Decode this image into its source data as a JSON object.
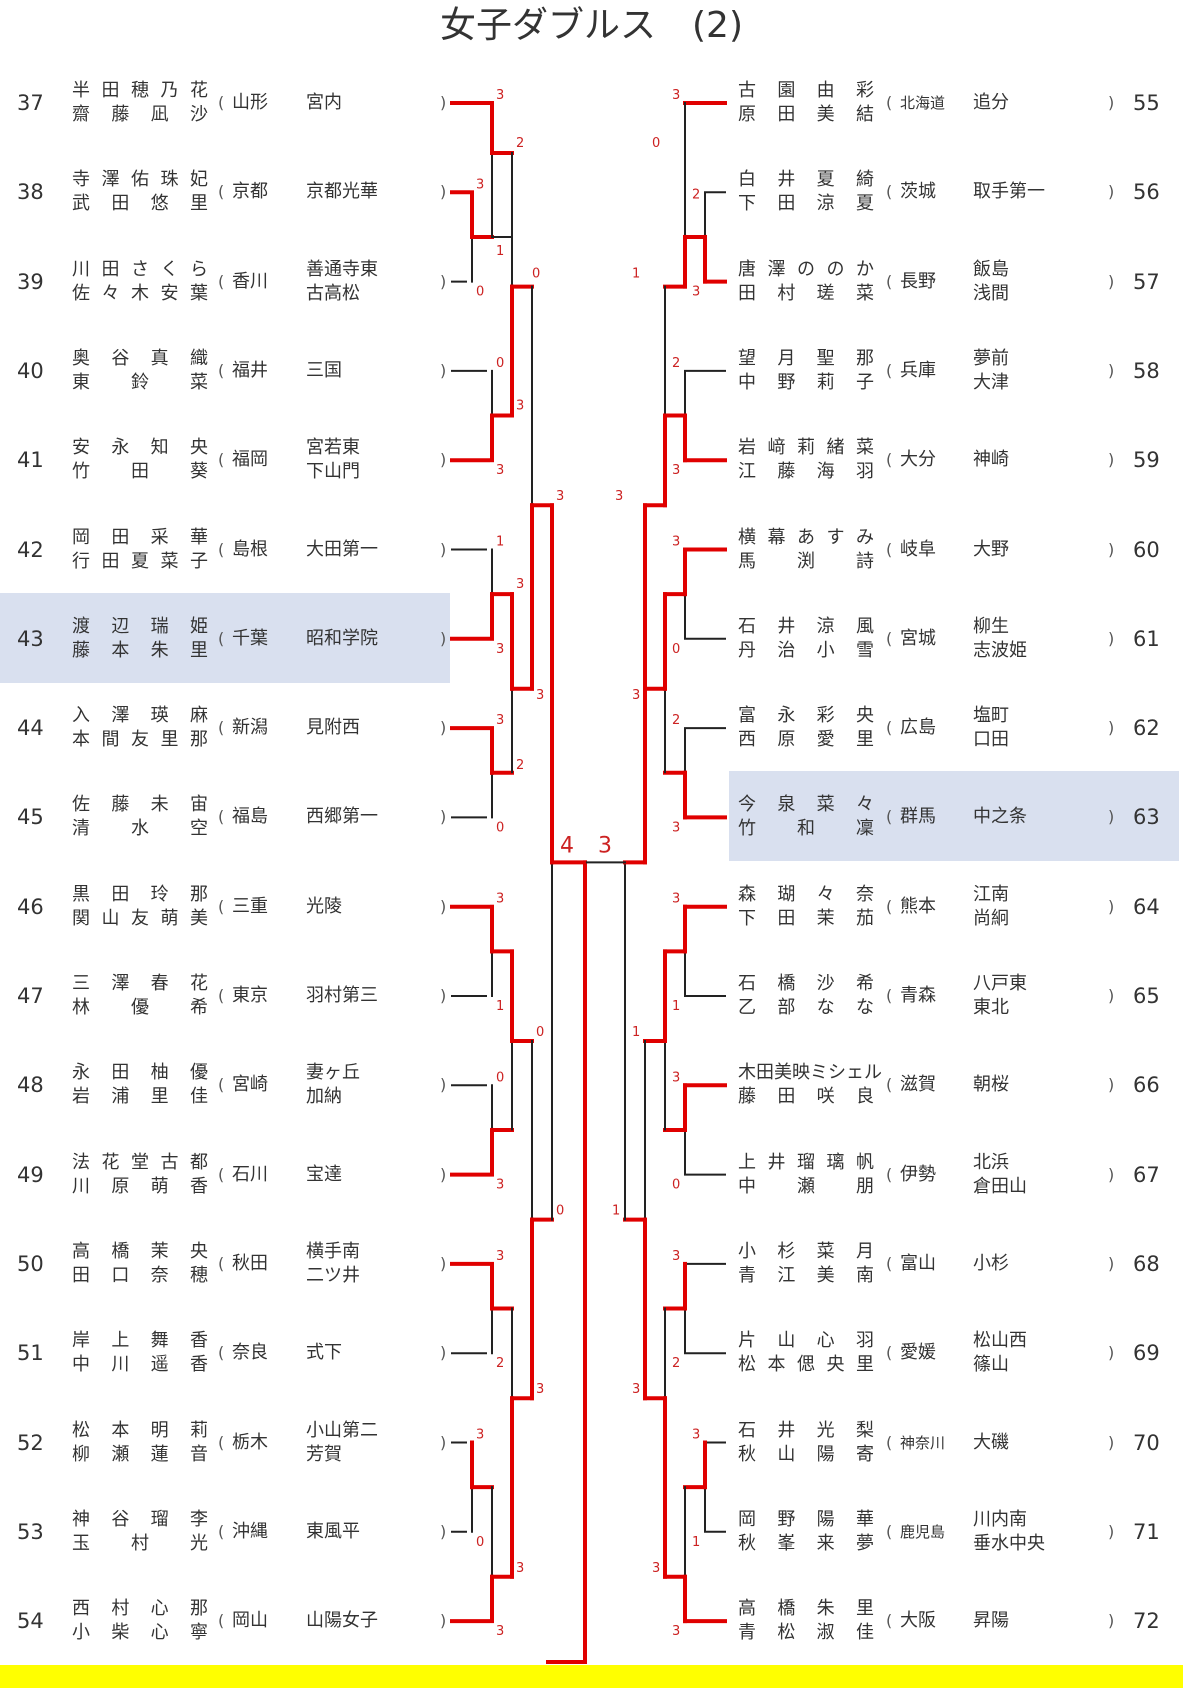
{
  "title": "女子ダブルス　(2)",
  "colors": {
    "win": "#e00000",
    "lose": "#222222",
    "highlight": "#d9e0ef",
    "footer": "#ffff00"
  },
  "left": [
    {
      "no": "37",
      "p1": "半田 穂乃花",
      "p2": "齋藤 凪沙",
      "pref": "山形",
      "school": [
        "宮内"
      ]
    },
    {
      "no": "38",
      "p1": "寺澤 佑珠妃",
      "p2": "武田 悠里",
      "pref": "京都",
      "school": [
        "京都光華"
      ]
    },
    {
      "no": "39",
      "p1": "川田 さくら",
      "p2": "佐々木 安葉",
      "pref": "香川",
      "school": [
        "善通寺東",
        "古高松"
      ]
    },
    {
      "no": "40",
      "p1": "奥谷 真織",
      "p2": "東 鈴菜",
      "pref": "福井",
      "school": [
        "三国"
      ]
    },
    {
      "no": "41",
      "p1": "安永 知央",
      "p2": "竹田 葵",
      "pref": "福岡",
      "school": [
        "宮若東",
        "下山門"
      ]
    },
    {
      "no": "42",
      "p1": "岡田 采華",
      "p2": "行田 夏菜子",
      "pref": "島根",
      "school": [
        "大田第一"
      ]
    },
    {
      "no": "43",
      "p1": "渡辺 瑞姫",
      "p2": "藤本 朱里",
      "pref": "千葉",
      "school": [
        "昭和学院"
      ]
    },
    {
      "no": "44",
      "p1": "入澤 瑛麻",
      "p2": "本間 友里那",
      "pref": "新潟",
      "school": [
        "見附西"
      ]
    },
    {
      "no": "45",
      "p1": "佐藤 未宙",
      "p2": "清水 空",
      "pref": "福島",
      "school": [
        "西郷第一"
      ]
    },
    {
      "no": "46",
      "p1": "黒田 玲那",
      "p2": "関山 友萌美",
      "pref": "三重",
      "school": [
        "光陵"
      ]
    },
    {
      "no": "47",
      "p1": "三澤 春花",
      "p2": "林 優希",
      "pref": "東京",
      "school": [
        "羽村第三"
      ]
    },
    {
      "no": "48",
      "p1": "永田 柚優",
      "p2": "岩浦 里佳",
      "pref": "宮崎",
      "school": [
        "妻ヶ丘",
        "加納"
      ]
    },
    {
      "no": "49",
      "p1": "法花堂 古都",
      "p2": "川原 萌香",
      "pref": "石川",
      "school": [
        "宝達"
      ]
    },
    {
      "no": "50",
      "p1": "高橋 茉央",
      "p2": "田口 奈穂",
      "pref": "秋田",
      "school": [
        "横手南",
        "二ツ井"
      ]
    },
    {
      "no": "51",
      "p1": "岸上 舞香",
      "p2": "中川 遥香",
      "pref": "奈良",
      "school": [
        "式下"
      ]
    },
    {
      "no": "52",
      "p1": "松本 明莉",
      "p2": "柳瀬 蓮音",
      "pref": "栃木",
      "school": [
        "小山第二",
        "芳賀"
      ]
    },
    {
      "no": "53",
      "p1": "神谷 瑠李",
      "p2": "玉村 光",
      "pref": "沖縄",
      "school": [
        "東風平"
      ]
    },
    {
      "no": "54",
      "p1": "西村 心那",
      "p2": "小柴 心寧",
      "pref": "岡山",
      "school": [
        "山陽女子"
      ]
    }
  ],
  "right": [
    {
      "no": "55",
      "p1": "古園 由彩",
      "p2": "原田 美結",
      "pref": "北海道",
      "school": [
        "追分"
      ]
    },
    {
      "no": "56",
      "p1": "白井 夏綺",
      "p2": "下田 涼夏",
      "pref": "茨城",
      "school": [
        "取手第一"
      ]
    },
    {
      "no": "57",
      "p1": "唐澤 ののか",
      "p2": "田村 瑳菜",
      "pref": "長野",
      "school": [
        "飯島",
        "浅間"
      ]
    },
    {
      "no": "58",
      "p1": "望月 聖那",
      "p2": "中野 莉子",
      "pref": "兵庫",
      "school": [
        "夢前",
        "大津"
      ]
    },
    {
      "no": "59",
      "p1": "岩﨑 莉緒菜",
      "p2": "江藤 海羽",
      "pref": "大分",
      "school": [
        "神崎"
      ]
    },
    {
      "no": "60",
      "p1": "横幕 あすみ",
      "p2": "馬渕 詩",
      "pref": "岐阜",
      "school": [
        "大野"
      ]
    },
    {
      "no": "61",
      "p1": "石井 涼風",
      "p2": "丹治 小雪",
      "pref": "宮城",
      "school": [
        "柳生",
        "志波姫"
      ]
    },
    {
      "no": "62",
      "p1": "富永 彩央",
      "p2": "西原 愛里",
      "pref": "広島",
      "school": [
        "塩町",
        "口田"
      ]
    },
    {
      "no": "63",
      "p1": "今泉 菜々",
      "p2": "竹和 凜",
      "pref": "群馬",
      "school": [
        "中之条"
      ]
    },
    {
      "no": "64",
      "p1": "森 瑚々奈",
      "p2": "下田 茉茄",
      "pref": "熊本",
      "school": [
        "江南",
        "尚絅"
      ]
    },
    {
      "no": "65",
      "p1": "石橋 沙希",
      "p2": "乙部 なな",
      "pref": "青森",
      "school": [
        "八戸東",
        "東北"
      ]
    },
    {
      "no": "66",
      "p1": "木田 美映ミシェル",
      "p2": "藤田 咲良",
      "pref": "滋賀",
      "school": [
        "朝桜"
      ]
    },
    {
      "no": "67",
      "p1": "上井 瑠璃帆",
      "p2": "中瀬 朋",
      "pref": "伊勢",
      "school": [
        "北浜",
        "倉田山"
      ]
    },
    {
      "no": "68",
      "p1": "小杉 菜月",
      "p2": "青江 美南",
      "pref": "富山",
      "school": [
        "小杉"
      ]
    },
    {
      "no": "69",
      "p1": "片山 心羽",
      "p2": "松本 偲央里",
      "pref": "愛媛",
      "school": [
        "松山西",
        "篠山"
      ]
    },
    {
      "no": "70",
      "p1": "石井 光梨",
      "p2": "秋山 陽寄",
      "pref": "神奈川",
      "school": [
        "大磯"
      ]
    },
    {
      "no": "71",
      "p1": "岡野 陽華",
      "p2": "秋峯 来夢",
      "pref": "鹿児島",
      "school": [
        "川内南",
        "垂水中央"
      ]
    },
    {
      "no": "72",
      "p1": "高橋 朱里",
      "p2": "青松 淑佳",
      "pref": "大阪",
      "school": [
        "昇陽"
      ]
    }
  ],
  "scores": {
    "left": {
      "r1": [
        [
          "3",
          "1"
        ],
        [
          "3",
          "0"
        ],
        [
          "0",
          "3"
        ],
        [
          "1",
          "3"
        ],
        [
          "3",
          "0"
        ],
        [
          "3",
          "1"
        ],
        [
          "0",
          "3"
        ],
        [
          "3",
          "0"
        ],
        [
          "3",
          "0"
        ]
      ],
      "r1_pairs": [
        [
          1,
          2
        ],
        [
          4,
          5
        ],
        [
          6,
          7
        ],
        [
          8,
          9
        ],
        [
          10,
          11
        ],
        [
          12,
          13
        ],
        [
          14,
          15
        ],
        [
          16,
          17
        ]
      ],
      "bye_top": "3",
      "r2": [
        [
          "2",
          "1"
        ],
        [
          "0",
          "3"
        ],
        [
          "3",
          "3"
        ],
        [
          "3",
          "2"
        ],
        [
          "3",
          "1"
        ],
        [
          "0",
          "0"
        ],
        [
          "0",
          "2"
        ],
        [
          "0",
          "3"
        ],
        [
          "3",
          "3"
        ]
      ],
      "r3": [
        [
          "0",
          "3"
        ],
        [
          "3",
          "3"
        ],
        [
          "0",
          "0"
        ],
        [
          "3",
          "3"
        ]
      ],
      "r4": [
        [
          "3",
          "3"
        ],
        [
          "0",
          "3"
        ]
      ],
      "final": "4"
    },
    "right": {
      "final": "3"
    }
  },
  "final_scores": {
    "left": "4",
    "right": "3"
  }
}
